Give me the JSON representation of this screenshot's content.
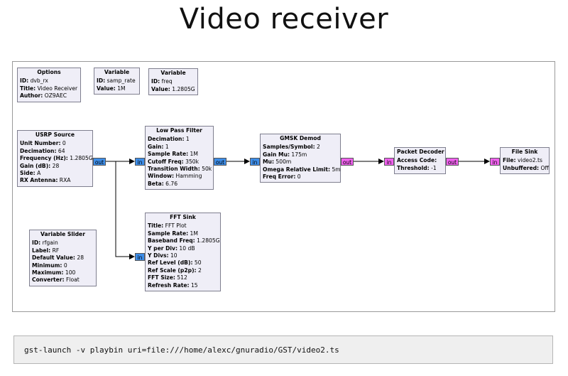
{
  "slide_title": "Video receiver",
  "command": "gst-launch -v playbin uri=file:///home/alexc/gnuradio/GST/video2.ts",
  "ports": {
    "in": "in",
    "out": "out"
  },
  "colors": {
    "block_bg": "#efeef7",
    "port_stream": "#3d8de8",
    "port_packet": "#f061ee"
  },
  "blocks": {
    "options": {
      "title": "Options",
      "rows": [
        {
          "k": "ID:",
          "v": " dvb_rx"
        },
        {
          "k": "Title:",
          "v": " Video Receiver"
        },
        {
          "k": "Author:",
          "v": " OZ9AEC"
        }
      ]
    },
    "var_samp_rate": {
      "title": "Variable",
      "rows": [
        {
          "k": "ID:",
          "v": " samp_rate"
        },
        {
          "k": "Value:",
          "v": " 1M"
        }
      ]
    },
    "var_freq": {
      "title": "Variable",
      "rows": [
        {
          "k": "ID:",
          "v": " freq"
        },
        {
          "k": "Value:",
          "v": " 1.2805G"
        }
      ]
    },
    "usrp_source": {
      "title": "USRP Source",
      "rows": [
        {
          "k": "Unit Number:",
          "v": " 0"
        },
        {
          "k": "Decimation:",
          "v": " 64"
        },
        {
          "k": "Frequency (Hz):",
          "v": " 1.2805G"
        },
        {
          "k": "Gain (dB):",
          "v": " 28"
        },
        {
          "k": "Side:",
          "v": " A"
        },
        {
          "k": "RX Antenna:",
          "v": " RXA"
        }
      ]
    },
    "low_pass_filter": {
      "title": "Low Pass Filter",
      "rows": [
        {
          "k": "Decimation:",
          "v": " 1"
        },
        {
          "k": "Gain:",
          "v": " 1"
        },
        {
          "k": "Sample Rate:",
          "v": " 1M"
        },
        {
          "k": "Cutoff Freq:",
          "v": " 350k"
        },
        {
          "k": "Transition Width:",
          "v": " 50k"
        },
        {
          "k": "Window:",
          "v": " Hamming"
        },
        {
          "k": "Beta:",
          "v": " 6.76"
        }
      ]
    },
    "gmsk_demod": {
      "title": "GMSK Demod",
      "rows": [
        {
          "k": "Samples/Symbol:",
          "v": " 2"
        },
        {
          "k": "Gain Mu:",
          "v": " 175m"
        },
        {
          "k": "Mu:",
          "v": " 500m"
        },
        {
          "k": "Omega Relative Limit:",
          "v": " 5m"
        },
        {
          "k": "Freq Error:",
          "v": " 0"
        }
      ]
    },
    "packet_decoder": {
      "title": "Packet Decoder",
      "rows": [
        {
          "k": "Access Code:",
          "v": ""
        },
        {
          "k": "Threshold:",
          "v": " -1"
        }
      ]
    },
    "file_sink": {
      "title": "File Sink",
      "rows": [
        {
          "k": "File:",
          "v": " video2.ts"
        },
        {
          "k": "Unbuffered:",
          "v": " Off"
        }
      ]
    },
    "fft_sink": {
      "title": "FFT Sink",
      "rows": [
        {
          "k": "Title:",
          "v": " FFT Plot"
        },
        {
          "k": "Sample Rate:",
          "v": " 1M"
        },
        {
          "k": "Baseband Freq:",
          "v": " 1.2805G"
        },
        {
          "k": "Y per Div:",
          "v": " 10 dB"
        },
        {
          "k": "Y Divs:",
          "v": " 10"
        },
        {
          "k": "Ref Level (dB):",
          "v": " 50"
        },
        {
          "k": "Ref Scale (p2p):",
          "v": " 2"
        },
        {
          "k": "FFT Size:",
          "v": " 512"
        },
        {
          "k": "Refresh Rate:",
          "v": " 15"
        }
      ]
    },
    "variable_slider": {
      "title": "Variable Slider",
      "rows": [
        {
          "k": "ID:",
          "v": " rfgain"
        },
        {
          "k": "Label:",
          "v": " RF"
        },
        {
          "k": "Default Value:",
          "v": " 28"
        },
        {
          "k": "Minimum:",
          "v": " 0"
        },
        {
          "k": "Maximum:",
          "v": " 100"
        },
        {
          "k": "Converter:",
          "v": " Float"
        }
      ]
    }
  }
}
